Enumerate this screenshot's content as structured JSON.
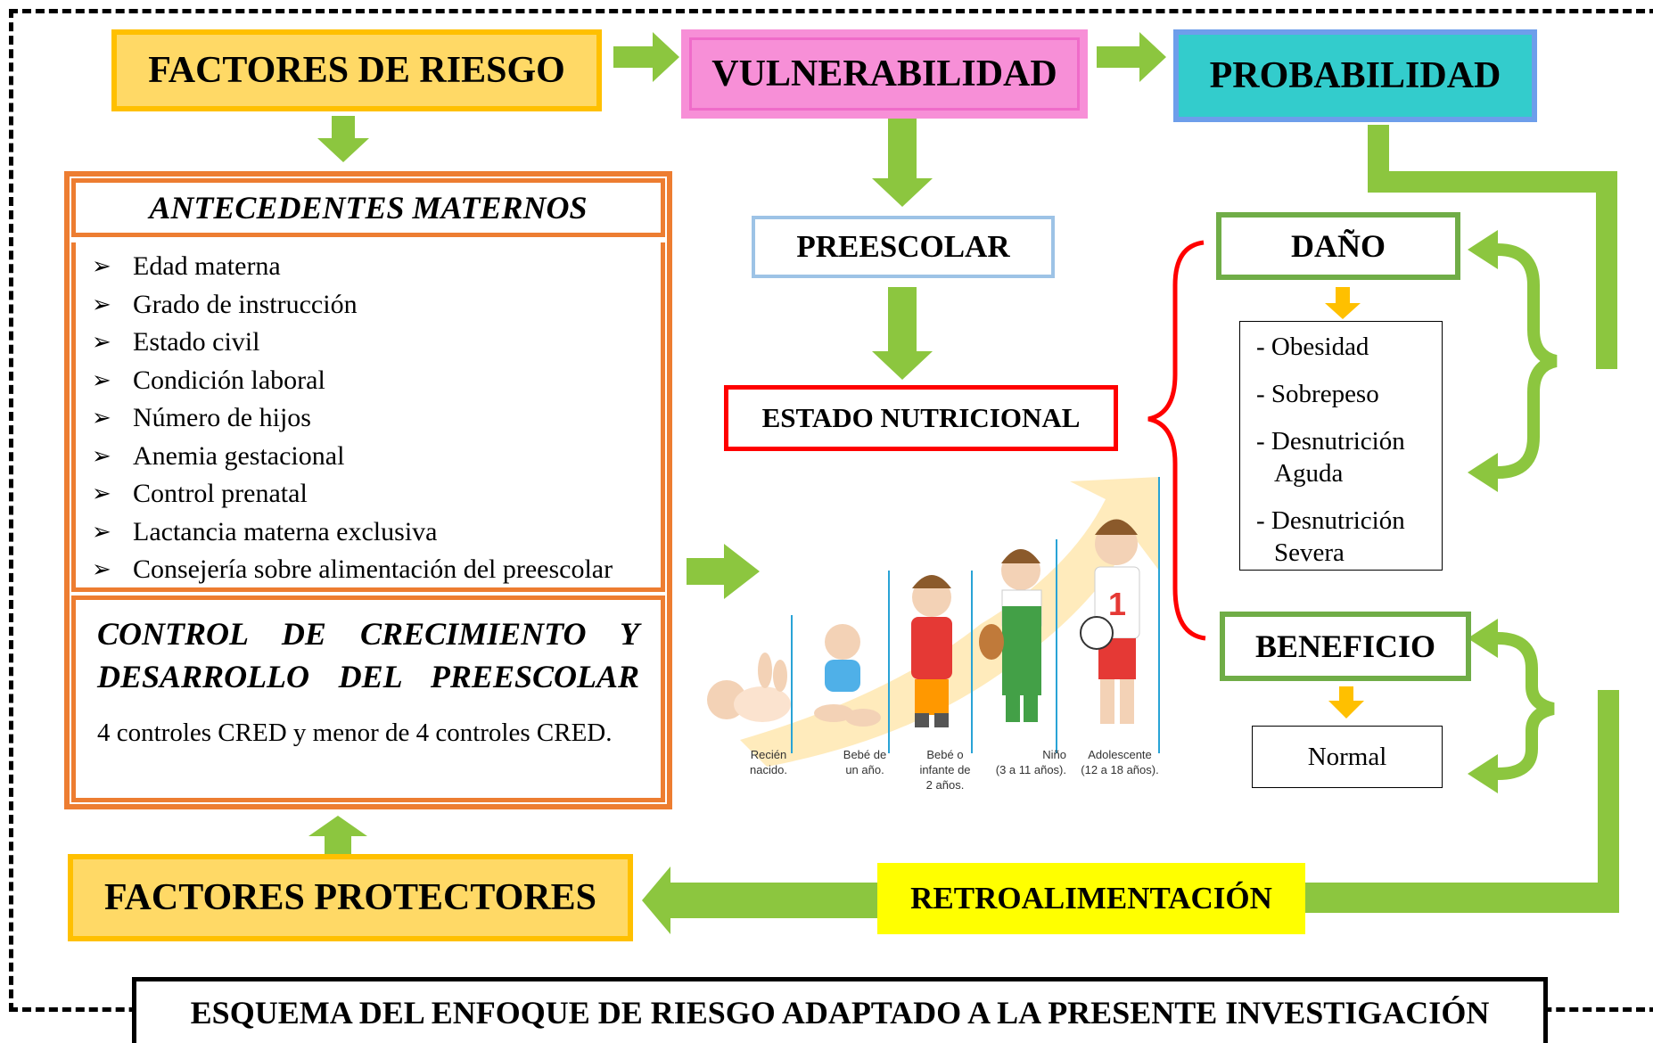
{
  "boxes": {
    "factores_riesgo": "FACTORES DE RIESGO",
    "vulnerabilidad": "VULNERABILIDAD",
    "probabilidad": "PROBABILIDAD",
    "antecedentes": "ANTECEDENTES MATERNOS",
    "preescolar": "PREESCOLAR",
    "estado_nutricional": "ESTADO NUTRICIONAL",
    "dano": "DAÑO",
    "beneficio": "BENEFICIO",
    "control_title": "CONTROL DE CRECIMIENTO Y DESARROLLO DEL PREESCOLAR",
    "control_text": "4 controles CRED y menor de 4 controles CRED.",
    "factores_protectores": "FACTORES PROTECTORES",
    "retroalimentacion": "RETROALIMENTACIÓN",
    "normal": "Normal",
    "footer": "ESQUEMA DEL ENFOQUE DE RIESGO ADAPTADO A LA PRESENTE INVESTIGACIÓN"
  },
  "antecedentes_items": [
    "Edad materna",
    "Grado de instrucción",
    "Estado civil",
    "Condición laboral",
    "Número de hijos",
    "Anemia gestacional",
    "Control prenatal",
    "Lactancia materna exclusiva",
    "Consejería sobre alimentación del  preescolar"
  ],
  "dano_items": [
    "- Obesidad",
    "- Sobrepeso",
    "-  Desnutrición",
    "Aguda",
    "- Desnutrición",
    "Severa"
  ],
  "growth_labels": [
    [
      "Recién",
      "nacido."
    ],
    [
      "Bebé de",
      "un año."
    ],
    [
      "Bebé o",
      "infante de",
      "2 años."
    ],
    [
      "Niño",
      "(3 a 11 años)."
    ],
    [
      "Adolescente",
      "(12 a 18 años)."
    ]
  ],
  "colors": {
    "arrow_green": "#8cc63f",
    "factores_fill": "#ffd966",
    "factores_border": "#ffc000",
    "vulnerabilidad_fill": "#f78fd7",
    "probabilidad_fill": "#33cccc",
    "probabilidad_border": "#6d9eeb",
    "antecedentes_border": "#ed7d31",
    "preescolar_border": "#9dc3e6",
    "estado_border": "#ff0000",
    "dano_border": "#70ad47",
    "retro_fill": "#ffff00",
    "orange_arrow": "#ffc000"
  }
}
